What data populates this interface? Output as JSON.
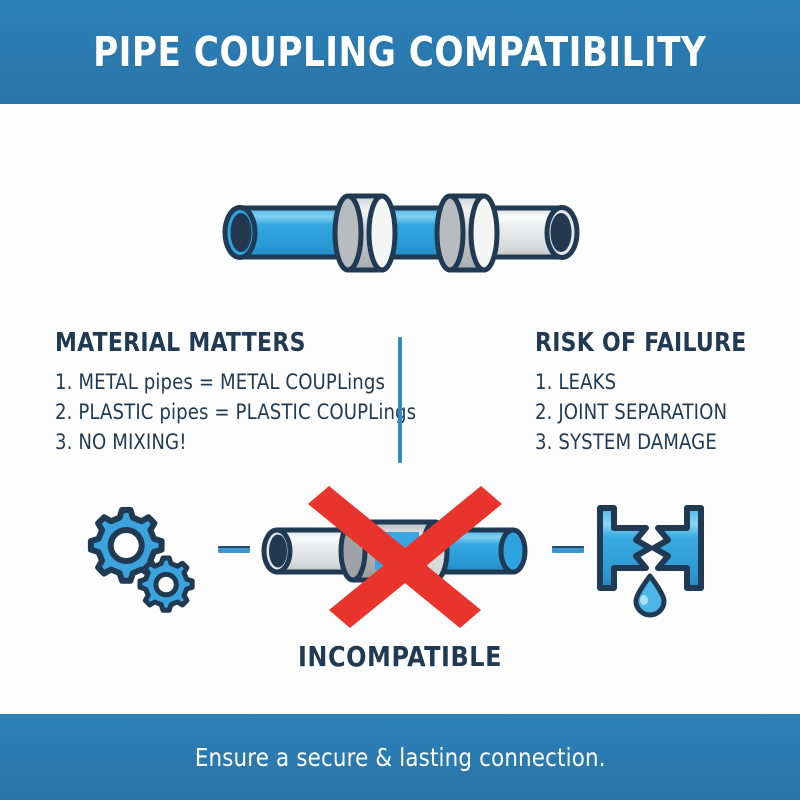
{
  "header": {
    "title": "PIPE COUPLING COMPATIBILITY",
    "background_color": "#2a7ab0",
    "text_color": "#ffffff"
  },
  "hero": {
    "icon_name": "matched-pipe-coupling-illustration",
    "left_pipe_color": "#2fa3e0",
    "right_pipe_color": "#e4e6e7",
    "collar_color": "#b9bcbe",
    "outline_color": "#1f3a52"
  },
  "columns": {
    "left": {
      "heading": "MATERIAL MATTERS",
      "items": [
        "1. METAL pipes = METAL COUPLings",
        "2. PLASTIC pipes = PLASTIC COUPLings",
        "3. NO MIXING!"
      ]
    },
    "right": {
      "heading": "RISK OF FAILURE",
      "items": [
        "1. LEAKS",
        "2. JOINT SEPARATION",
        "3. SYSTEM DAMAGE"
      ]
    },
    "divider_color": "#2f87c4",
    "text_color": "#1f3a52"
  },
  "bottom": {
    "gears": {
      "icon_name": "gears-icon",
      "fill": "#3ba3dd",
      "outline": "#1f3a52"
    },
    "dash_left": {
      "icon_name": "dash-separator-icon",
      "color": "#3b95cf"
    },
    "dash_right": {
      "icon_name": "dash-separator-icon",
      "color": "#3b95cf"
    },
    "mismatch": {
      "icon_name": "mismatched-pipe-coupling-illustration",
      "left_pipe_color": "#e4e6e7",
      "right_pipe_color": "#2fa3e0",
      "cross_color": "#e8342c"
    },
    "broken_pipe": {
      "icon_name": "broken-pipe-leak-icon",
      "fill": "#3ba3dd",
      "outline": "#1f3a52"
    },
    "label": "INCOMPATIBLE"
  },
  "footer": {
    "text": "Ensure a secure & lasting connection.",
    "background_color": "#2a7ab0",
    "text_color": "#ffffff"
  }
}
